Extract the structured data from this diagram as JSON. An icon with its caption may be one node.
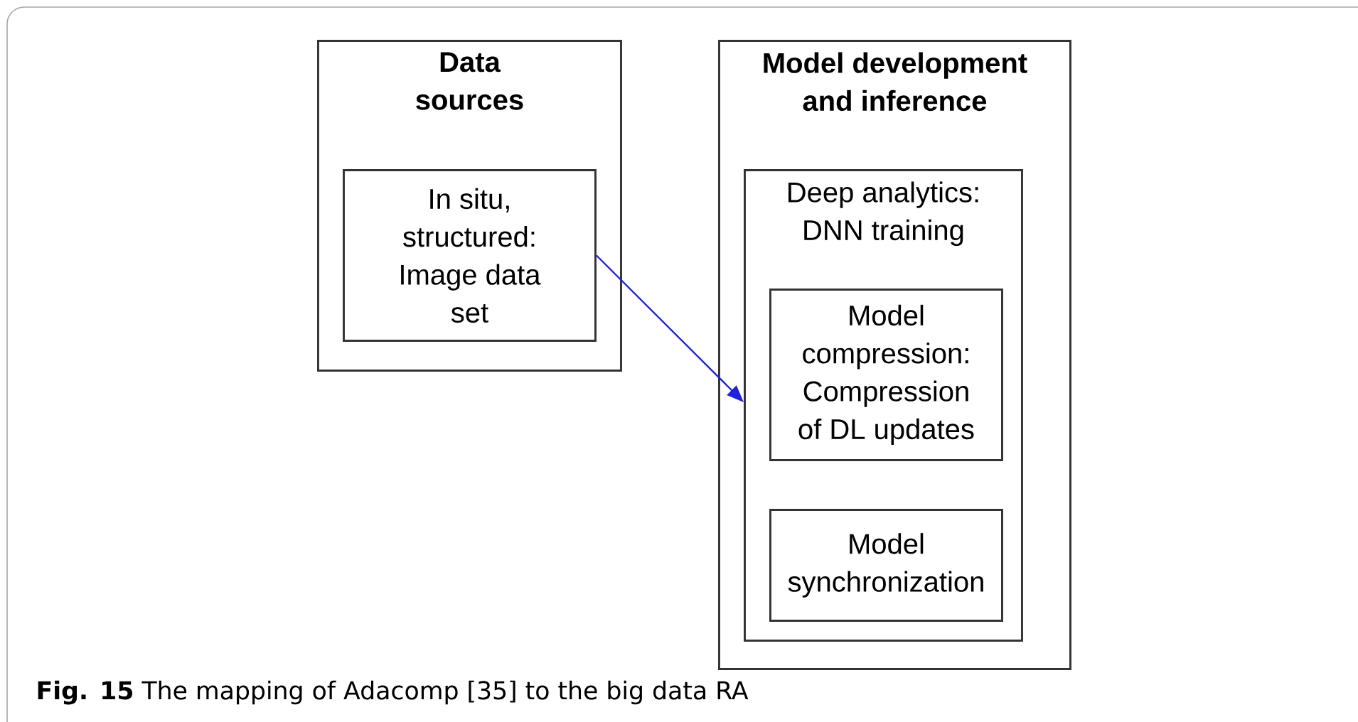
{
  "diagram": {
    "caption": "**Fig. 15** The mapping of Adacomp [35] to the big data RA",
    "nodes": [
      {
        "text": [
          "Data sources"
        ]
      },
      {
        "text": [
          "In situ, structured: Image data set"
        ],
        "in": 0
      },
      {
        "text": [
          "Model development and inference"
        ]
      },
      {
        "text": [
          "Deep analytics: DNN training"
        ],
        "in": 2
      },
      {
        "text": [
          "Model compression: Compression of DL updates"
        ],
        "in": 3
      },
      {
        "text": [
          "Model synchronization"
        ],
        "in": 3
      }
    ],
    "edges": [
      {
        "from": 1,
        "to": 3,
        "arrow": "to",
        "color": "#2020e0"
      }
    ]
  }
}
